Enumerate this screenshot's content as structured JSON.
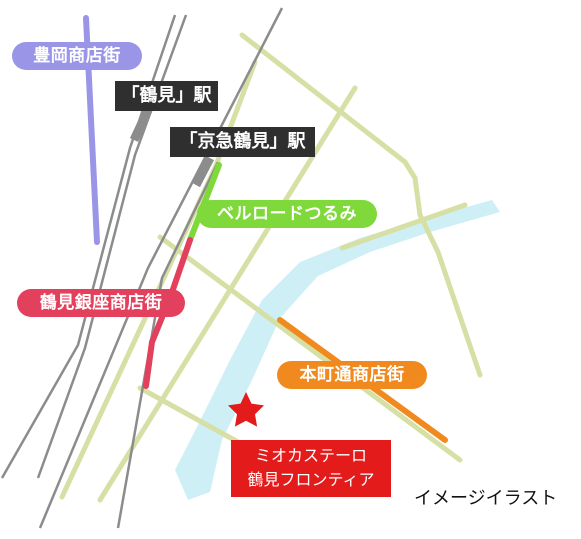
{
  "colors": {
    "road": "#d6dfa4",
    "river": "#cfeff7",
    "rail": "#8c8c8c",
    "toyooka": "#9b95e8",
    "tsurumi_ginza": "#e2405c",
    "bell_road": "#7fd93a",
    "honcho": "#f08a1e",
    "station_label_bg": "#2f2f2f",
    "destination": "#e31b1b"
  },
  "labels": {
    "toyooka": "豊岡商店街",
    "tsurumi_station": "「鶴見」駅",
    "keikyu_station": "「京急鶴見」駅",
    "bell_road": "ベルロードつるみ",
    "tsurumi_ginza": "鶴見銀座商店街",
    "honcho": "本町通商店街"
  },
  "destination": {
    "line1": "ミオカステーロ",
    "line2": "鶴見フロンティア",
    "marker_icon": "star-icon"
  },
  "note": "イメージイラスト"
}
